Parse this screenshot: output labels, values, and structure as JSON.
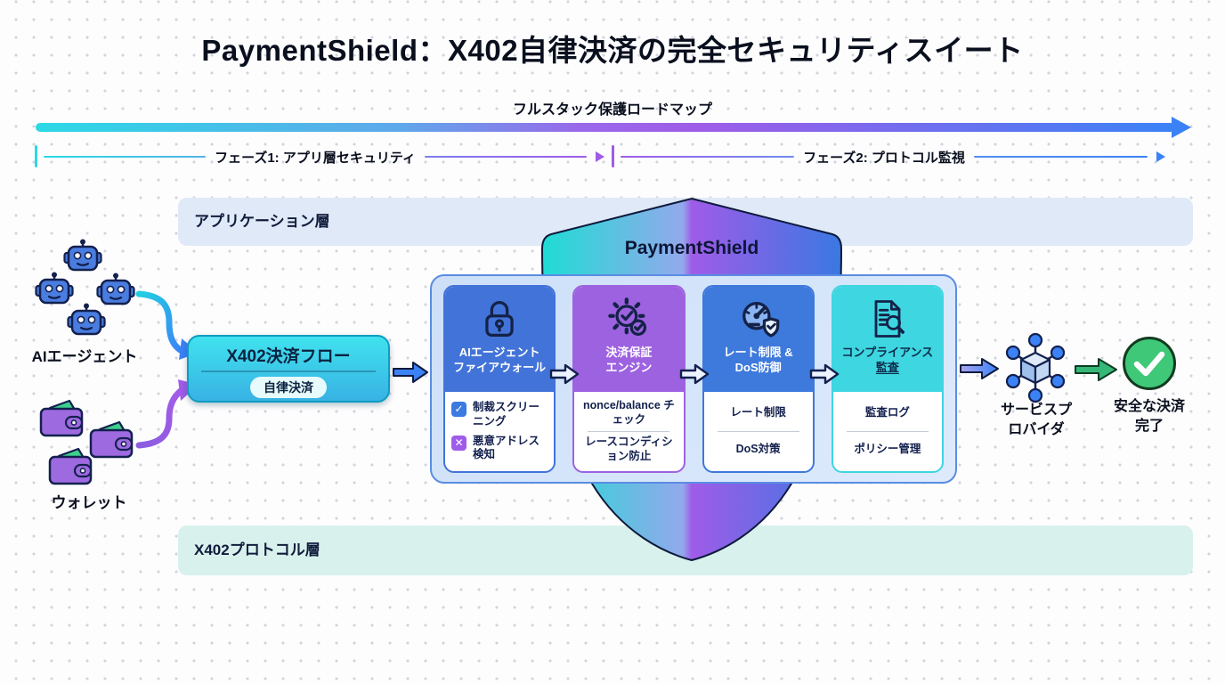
{
  "title": "PaymentShield：X402自律決済の完全セキュリティスイート",
  "roadmap": {
    "label": "フルスタック保護ロードマップ",
    "phase1": "フェーズ1: アプリ層セキュリティ",
    "phase2": "フェーズ2: プロトコル監視"
  },
  "layers": {
    "application": "アプリケーション層",
    "protocol": "X402プロトコル層"
  },
  "sources": {
    "agents_label": "AIエージェント",
    "wallets_label": "ウォレット"
  },
  "shield": {
    "label": "PaymentShield"
  },
  "flow": {
    "box_title": "X402決済フロー",
    "box_badge": "自律決済",
    "provider_line1": "サービスプ",
    "provider_line2": "ロバイダ",
    "done_line1": "安全な決済",
    "done_line2": "完了"
  },
  "cards": [
    {
      "icon": "lock-icon",
      "title_line1": "AIエージェント",
      "title_line2": "ファイアウォール",
      "items": [
        {
          "marker": "check",
          "text": "制裁スクリーニング"
        },
        {
          "marker": "cross",
          "text": "悪意アドレス検知"
        }
      ]
    },
    {
      "icon": "gear-check-icon",
      "title_line1": "決済保証",
      "title_line2": "エンジン",
      "items": [
        {
          "text": "nonce/balance チェック"
        },
        {
          "text": "レースコンディション防止"
        }
      ]
    },
    {
      "icon": "gauge-shield-icon",
      "title_line1": "レート制限 &",
      "title_line2": "DoS防御",
      "items": [
        {
          "text": "レート制限"
        },
        {
          "text": "DoS対策"
        }
      ]
    },
    {
      "icon": "doc-search-icon",
      "title_line1": "コンプライアンス",
      "title_line2": "監査",
      "items": [
        {
          "text": "監査ログ"
        },
        {
          "text": "ポリシー管理"
        }
      ]
    }
  ],
  "markers": {
    "check": "✓",
    "cross": "✕"
  },
  "icons": {
    "agents": "robot-icon",
    "wallets": "wallet-icon",
    "provider": "network-nodes-icon",
    "done": "check-circle-icon"
  },
  "colors": {
    "card1": "#4273d8",
    "card2": "#9d62e0",
    "card3": "#3e79dc",
    "card4": "#3ed6e0",
    "bar_start": "#2bd9e6",
    "bar_mid": "#9f5ce8",
    "bar_end": "#3b82f6",
    "band_app": "#e0e9f7",
    "band_proto": "#d8f1ec",
    "box": "#3ccbe9",
    "success": "#3ec878",
    "wallet": "#9e6ae0",
    "robot": "#4a7de0"
  }
}
